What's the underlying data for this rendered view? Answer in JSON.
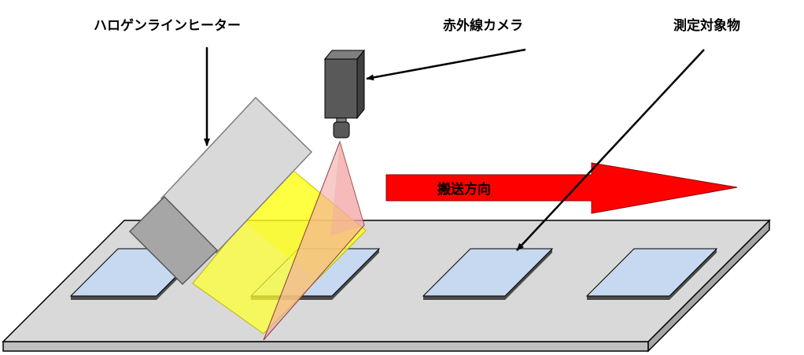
{
  "labels": {
    "heater": "ハロゲンラインヒーター",
    "camera": "赤外線カメラ",
    "object": "測定対象物",
    "direction": "搬送方向"
  },
  "colors": {
    "conveyor_top": "#d9d9d9",
    "conveyor_front": "#bfbfbf",
    "sample": "#c6d9f1",
    "heater_body": "#d9d9d9",
    "heater_end": "#a6a6a6",
    "heater_light": "#ffff33",
    "camera_view": "#f4a6a6",
    "camera_body": "#595959",
    "arrow": "#ff0000"
  },
  "icons": {
    "heater": "halogen-line-heater",
    "camera": "infrared-camera",
    "direction": "right-arrow"
  }
}
